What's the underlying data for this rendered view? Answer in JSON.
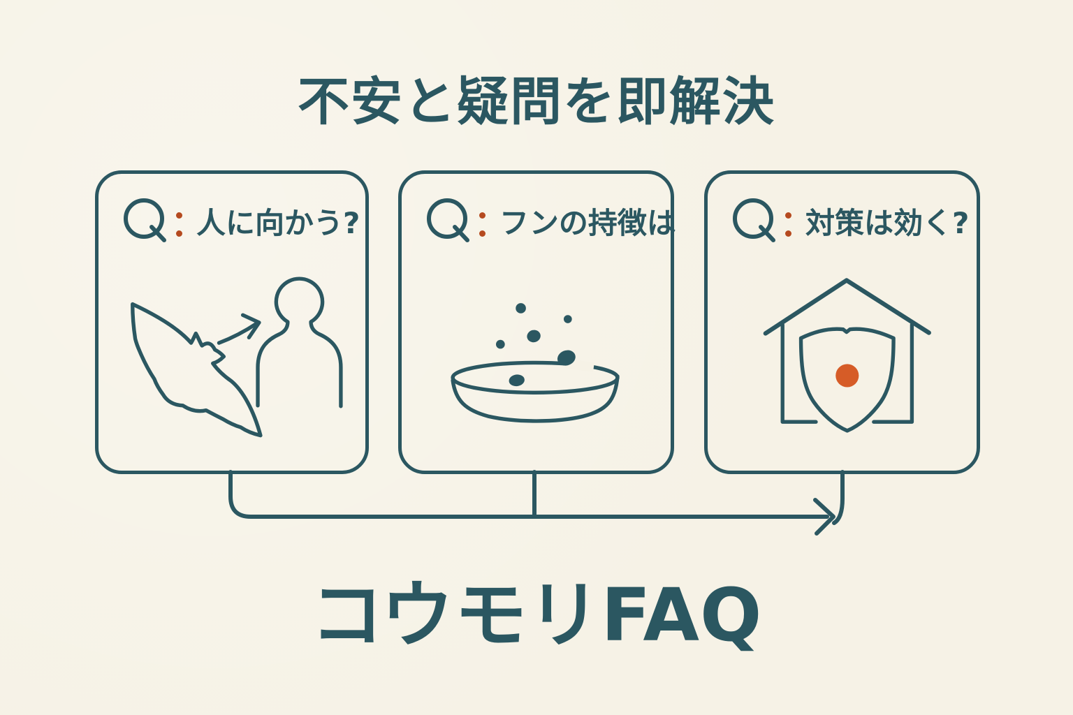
{
  "page": {
    "background_color": "#f6f2e6",
    "ink_color": "#2b5761",
    "accent_orange": "#d65c27",
    "colon_orange": "#b54a1f"
  },
  "header": {
    "title": "不安と疑問を即解決"
  },
  "cards": [
    {
      "q_label": "Q",
      "question": "人に向かう?",
      "icon": "bat-flying-toward-person"
    },
    {
      "q_label": "Q",
      "question": "フンの持徴は",
      "icon": "droppings-over-dish"
    },
    {
      "q_label": "Q",
      "question": "対策は効く?",
      "icon": "house-with-shield"
    }
  ],
  "footer": {
    "title": "コウモリFAQ"
  },
  "flow": {
    "description": "lines from each card merge into a right-pointing arrow"
  }
}
